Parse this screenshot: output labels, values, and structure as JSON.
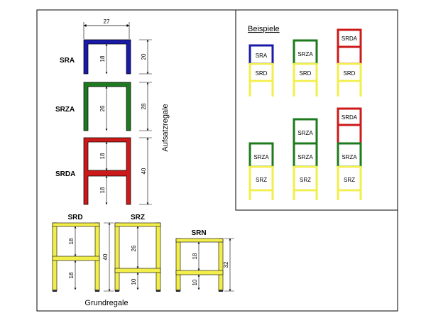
{
  "colors": {
    "sra": "#1a1aa8",
    "srza": "#1e7a1e",
    "srda": "#cc1a1a",
    "base": "#f2ee4a",
    "base_edge": "#8a8a1a",
    "outline": "#000000"
  },
  "headings": {
    "aufsatzregale": "Aufsatzregale",
    "grundregale": "Grundregale",
    "beispiele": "Beispiele"
  },
  "top_units": {
    "width_dim": "27",
    "sra": {
      "label": "SRA",
      "inner_dim": "18",
      "outer_dim": "20"
    },
    "srza": {
      "label": "SRZA",
      "inner_dim": "26",
      "outer_dim": "28"
    },
    "srda": {
      "label": "SRDA",
      "inner_dim_top": "18",
      "inner_dim_bottom": "18",
      "outer_dim": "40"
    }
  },
  "base_units": {
    "srd": {
      "label": "SRD",
      "inner_dim_top": "18",
      "inner_dim_bottom": "18"
    },
    "shared_height_dim": "40",
    "srz": {
      "label": "SRZ",
      "inner_dim_top": "26",
      "inner_dim_bottom": "10"
    },
    "srn": {
      "label": "SRN",
      "inner_dim_top": "18",
      "inner_dim_bottom": "10",
      "outer_dim": "32"
    }
  },
  "examples": {
    "ex1": {
      "top": "SRA",
      "base": "SRD"
    },
    "ex2": {
      "top": "SRZA",
      "base": "SRD"
    },
    "ex3": {
      "top": "SRDA",
      "base": "SRD"
    },
    "ex4": {
      "top": "SRZA",
      "base": "SRZ"
    },
    "ex5": {
      "top1": "SRZA",
      "top2": "SRZA",
      "base": "SRZ"
    },
    "ex6": {
      "top1": "SRDA",
      "top2": "SRZA",
      "base": "SRZ"
    }
  }
}
